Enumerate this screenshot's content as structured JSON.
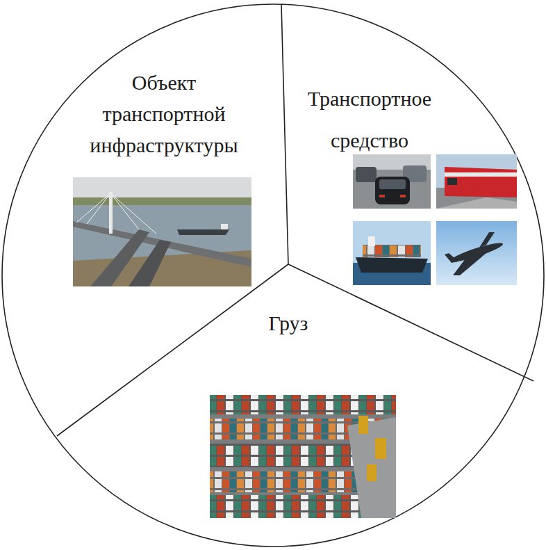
{
  "diagram": {
    "nodes": [
      {
        "text": [
          "Объект транспортной инфраструктуры"
        ]
      },
      {
        "text": [
          "Транспортное средство"
        ]
      },
      {
        "text": [
          "Груз"
        ]
      }
    ]
  }
}
